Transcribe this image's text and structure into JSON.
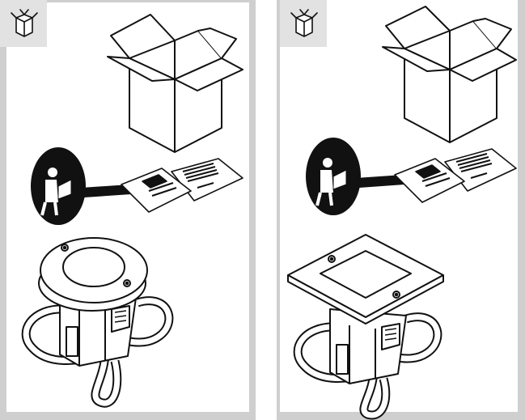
{
  "panels": [
    {
      "id": "left",
      "box_icon": "unpack-box-icon",
      "booklet_icon": "read-manual-icon",
      "product": "round-recessed-ground-light"
    },
    {
      "id": "right",
      "box_icon": "unpack-box-icon",
      "booklet_icon": "read-manual-icon",
      "product": "square-recessed-ground-light"
    }
  ],
  "colors": {
    "frame": "#cfcfcf",
    "header": "#e2e2e2",
    "ink": "#111111",
    "paper": "#ffffff"
  }
}
